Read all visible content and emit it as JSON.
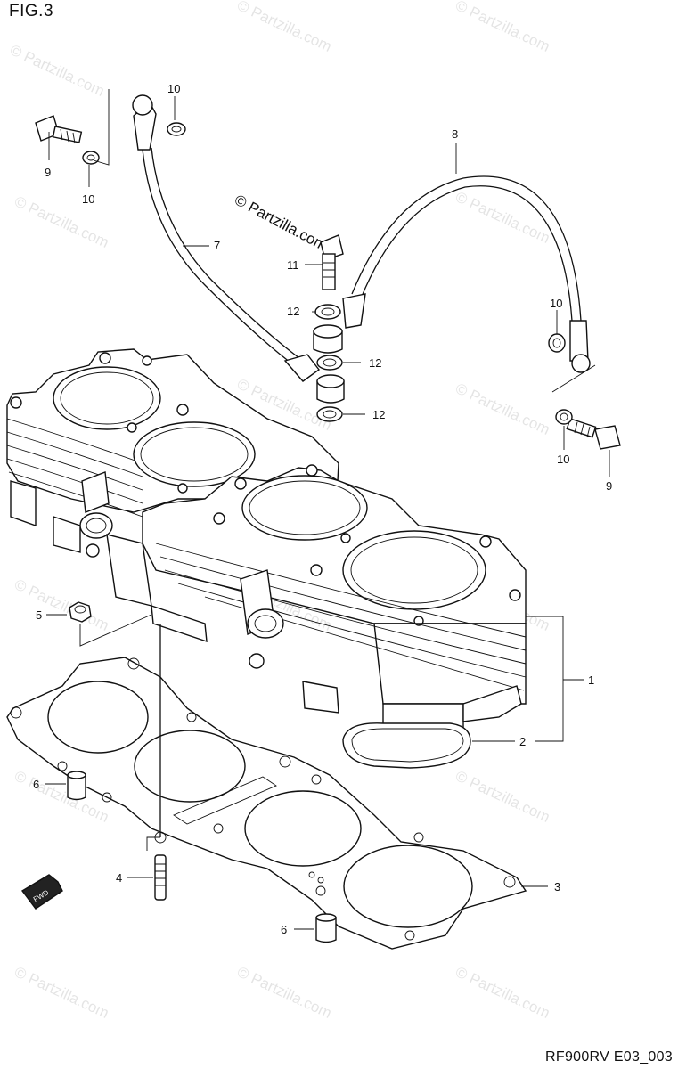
{
  "figure": {
    "title": "FIG.3",
    "code": "RF900RV E03_003",
    "copyright": "© Partzilla.com",
    "watermark": "© Partzilla.com"
  },
  "callouts": {
    "c1": "1",
    "c2": "2",
    "c3": "3",
    "c4": "4",
    "c5": "5",
    "c6a": "6",
    "c6b": "6",
    "c7": "7",
    "c8": "8",
    "c9a": "9",
    "c9b": "9",
    "c10a": "10",
    "c10b": "10",
    "c10c": "10",
    "c10d": "10",
    "c11": "11",
    "c12a": "12",
    "c12b": "12",
    "c12c": "12"
  },
  "direction_tag": "FWD"
}
